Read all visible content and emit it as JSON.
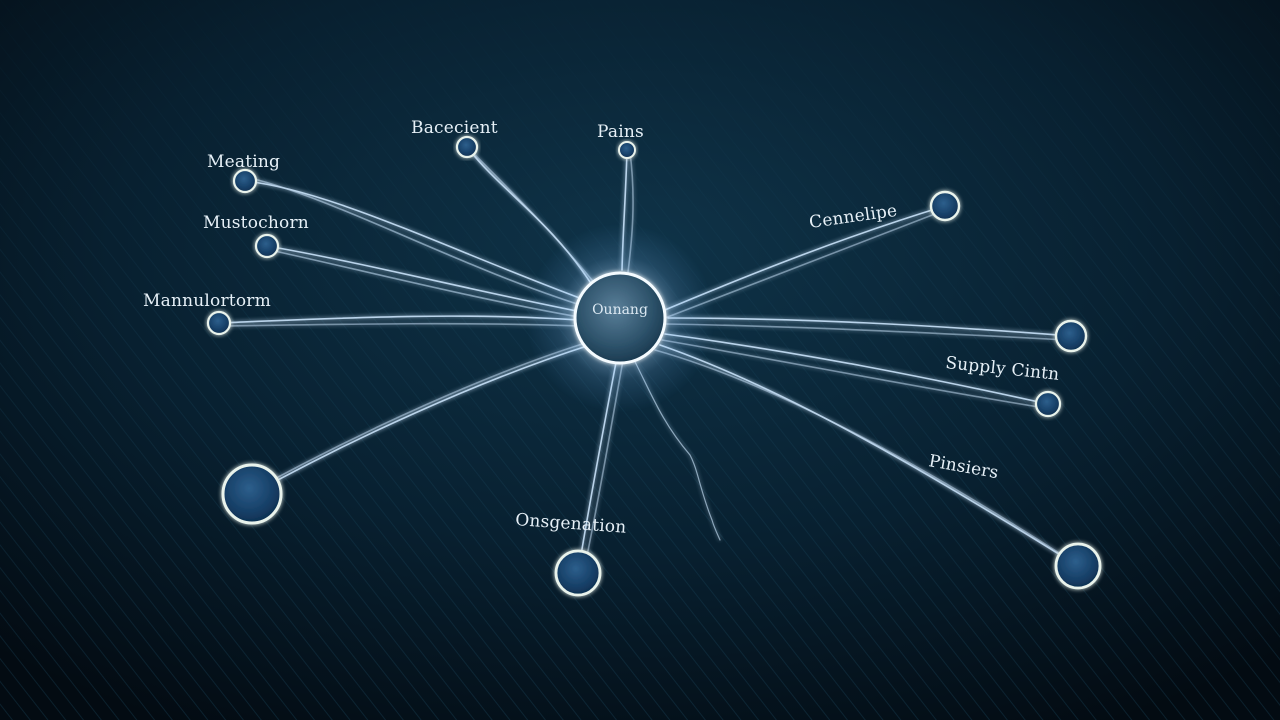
{
  "diagram": {
    "type": "hub-and-spoke network",
    "colors": {
      "background_top": "#0c2a3d",
      "background_bottom": "#041019",
      "line": "#cfe8ff",
      "line_glow": "#6fb6ff",
      "node_fill": "#143c63",
      "node_ring": "#e9f3ec",
      "label": "#e6f0f7"
    },
    "hub": {
      "label": "Ounang"
    },
    "nodes": [
      {
        "id": "meating",
        "label": "Meating"
      },
      {
        "id": "mustochorn",
        "label": "Mustochorn"
      },
      {
        "id": "manulorcorm",
        "label": "Mannulortorm"
      },
      {
        "id": "bacecient",
        "label": "Bacecient"
      },
      {
        "id": "pains",
        "label": "Pains"
      },
      {
        "id": "cennelipe",
        "label": "Cennelipe"
      },
      {
        "id": "right-upper",
        "label": ""
      },
      {
        "id": "supply-chain",
        "label": "Supply Cintn"
      },
      {
        "id": "pinsters",
        "label": "Pinsiers"
      },
      {
        "id": "onsgenation",
        "label": "Onsgenation"
      },
      {
        "id": "left-large",
        "label": ""
      }
    ]
  }
}
